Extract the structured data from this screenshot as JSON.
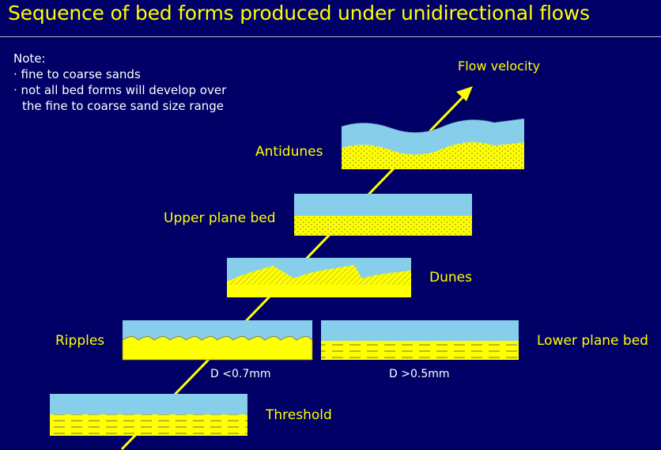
{
  "title": "Sequence of bed forms produced under unidirectional flows",
  "note": {
    "heading": "Note:",
    "items": [
      "· fine to coarse sands",
      "· not all bed forms will develop over the fine to coarse sand size range"
    ]
  },
  "axis_label": "Flow velocity",
  "bedforms": {
    "antidunes": "Antidunes",
    "upper_plane_bed": "Upper plane bed",
    "dunes": "Dunes",
    "ripples": "Ripples",
    "lower_plane_bed": "Lower plane bed",
    "threshold": "Threshold"
  },
  "grain_sizes": {
    "ripples": "D <0.7mm",
    "lower_plane_bed": "D >0.5mm"
  },
  "colors": {
    "background": "#000066",
    "accent": "#ffff00",
    "water": "#87ceeb",
    "sediment": "#ffff00",
    "arrow": "#ffff00"
  }
}
